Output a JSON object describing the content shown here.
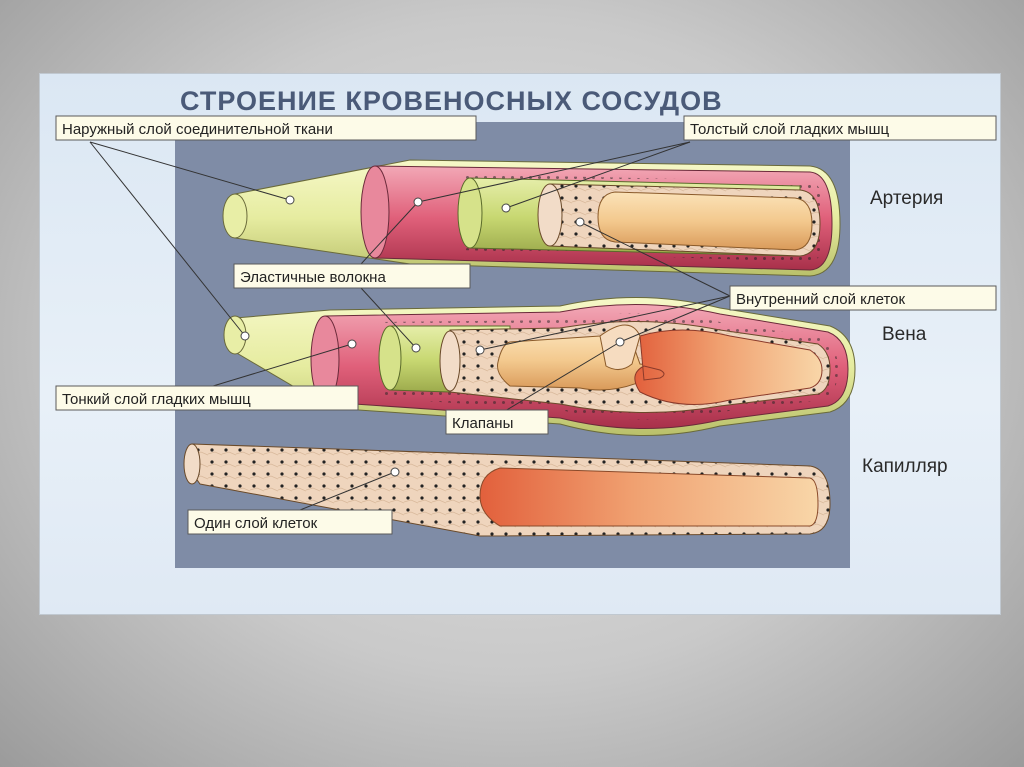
{
  "title": "СТРОЕНИЕ КРОВЕНОСНЫХ СОСУДОВ",
  "vessels": {
    "artery": "Артерия",
    "vein": "Вена",
    "capillary": "Капилляр"
  },
  "labels": {
    "outer_layer": "Наружный слой соединительной ткани",
    "thick_muscle": "Толстый слой гладких мышц",
    "elastic_fibers": "Эластичные волокна",
    "inner_layer": "Внутренний слой клеток",
    "thin_muscle": "Тонкий слой гладких мышц",
    "valves": "Клапаны",
    "single_layer": "Один слой клеток"
  },
  "colors": {
    "outer": "#e6eca0",
    "muscle": "#e0607a",
    "elastic": "#c8d872",
    "cells": "#efd2b8",
    "blood": "#f3c98e",
    "panel": "#7f8ca6"
  }
}
